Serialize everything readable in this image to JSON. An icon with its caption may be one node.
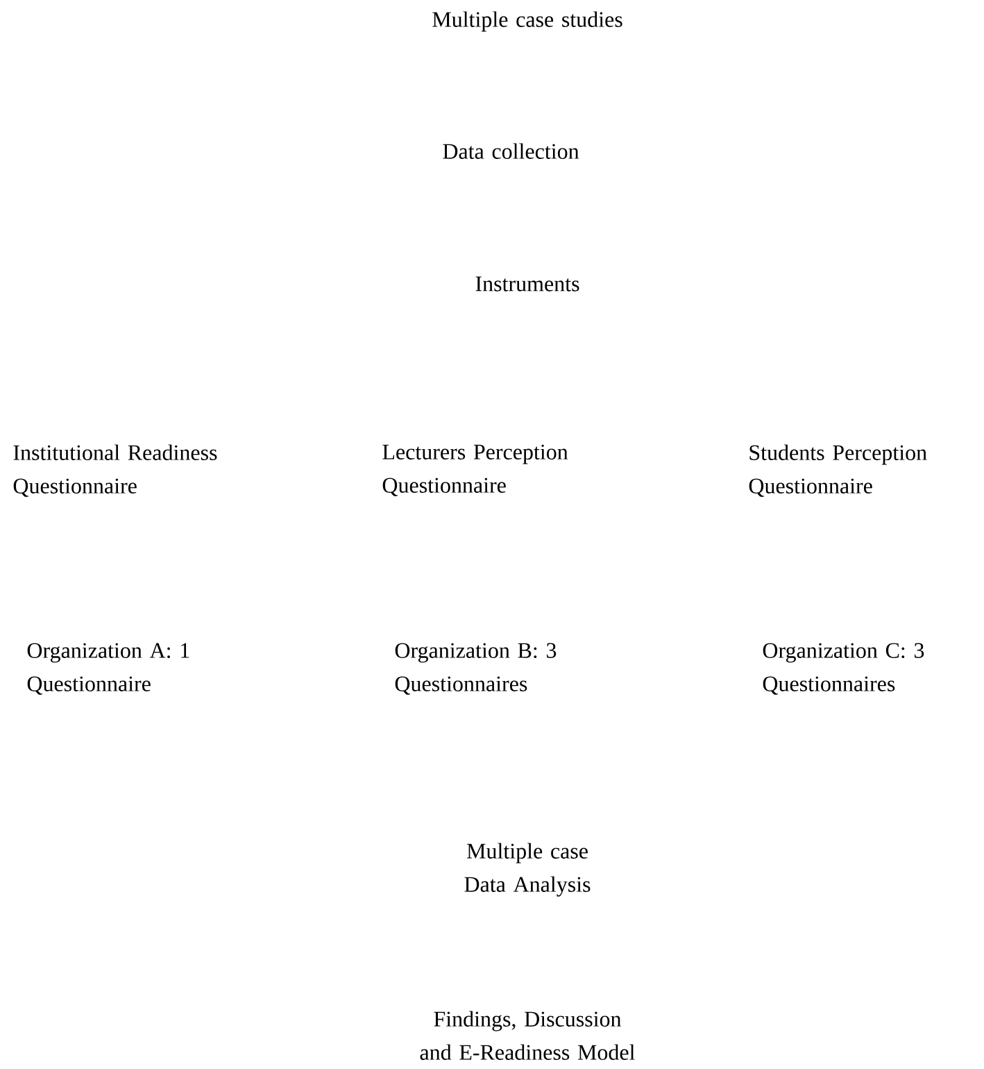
{
  "diagram": {
    "labels": [
      "Multiple case studies",
      "Data collection",
      "Instruments",
      "Institutional Readiness Questionnaire",
      "Lecturers Perception Questionnaire",
      "Students Perception Questionnaire",
      "Organization A: 1 Questionnaire",
      "Organization B: 3 Questionnaires",
      "Organization C: 3 Questionnaires",
      "Multiple case Data Analysis",
      "Findings, Discussion and E-Readiness Model"
    ]
  }
}
